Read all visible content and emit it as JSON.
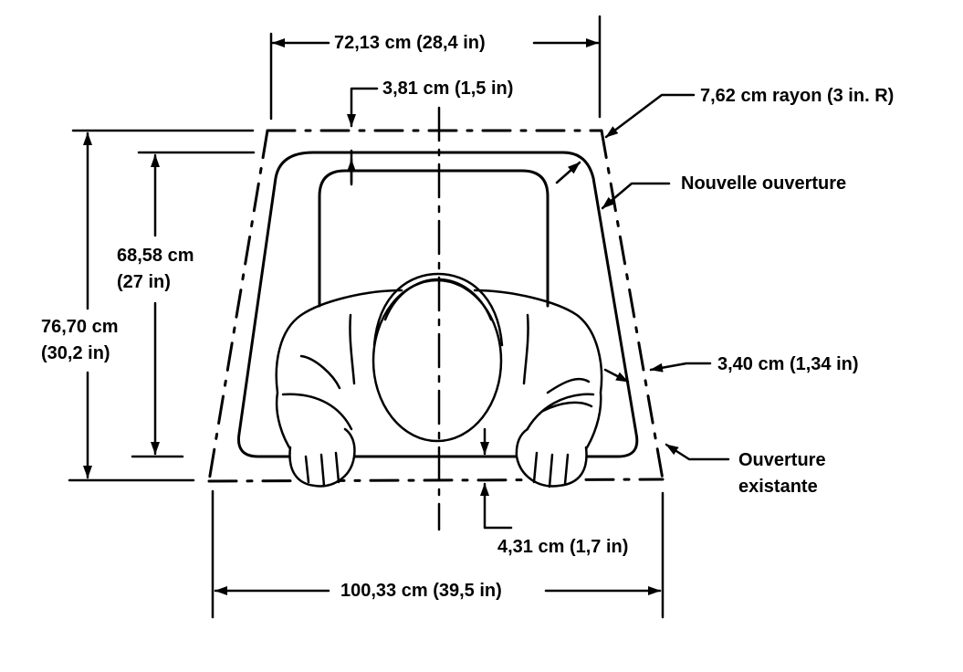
{
  "colors": {
    "ink": "#000000",
    "background": "#ffffff"
  },
  "labels": {
    "top_width": "72,13 cm (28,4 in)",
    "top_offset": "3,81 cm (1,5 in)",
    "radius": "7,62 cm rayon (3 in. R)",
    "new_opening": "Nouvelle ouverture",
    "inner_height_cm": "68,58 cm",
    "inner_height_in": "(27 in)",
    "outer_height_cm": "76,70 cm",
    "outer_height_in": "(30,2 in)",
    "side_offset": "3,40 cm (1,34 in)",
    "existing_opening_1": "Ouverture",
    "existing_opening_2": "existante",
    "bottom_offset": "4,31 cm (1,7 in)",
    "bottom_width": "100,33 cm (39,5 in)"
  }
}
